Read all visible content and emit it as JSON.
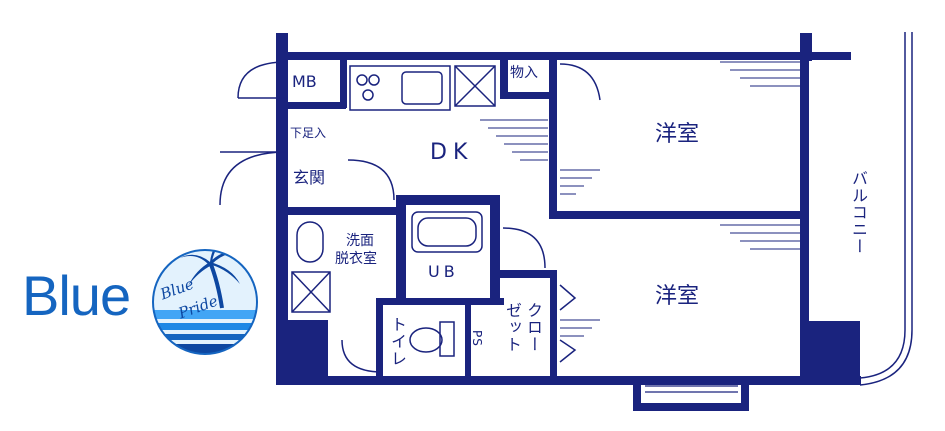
{
  "brand": {
    "name": "Blue",
    "logo_script": [
      "Blue",
      "Pride"
    ],
    "colors": {
      "primary": "#1565c0",
      "light": "#42a5f5",
      "dark": "#0d47a1"
    }
  },
  "plan_color": "#1a237e",
  "rooms": {
    "mb": "MB",
    "monoire": "物入",
    "shimoashi": "下足入",
    "genkan": "玄関",
    "dk": "DK",
    "youshitsu1": "洋室",
    "youshitsu2": "洋室",
    "balcony": "バルコニー",
    "senmen_1": "洗面",
    "senmen_2": "脱衣室",
    "ub": "UB",
    "toilet": "トイレ",
    "ps": "PS",
    "closet_1": "クロー",
    "closet_2": "ゼット"
  }
}
